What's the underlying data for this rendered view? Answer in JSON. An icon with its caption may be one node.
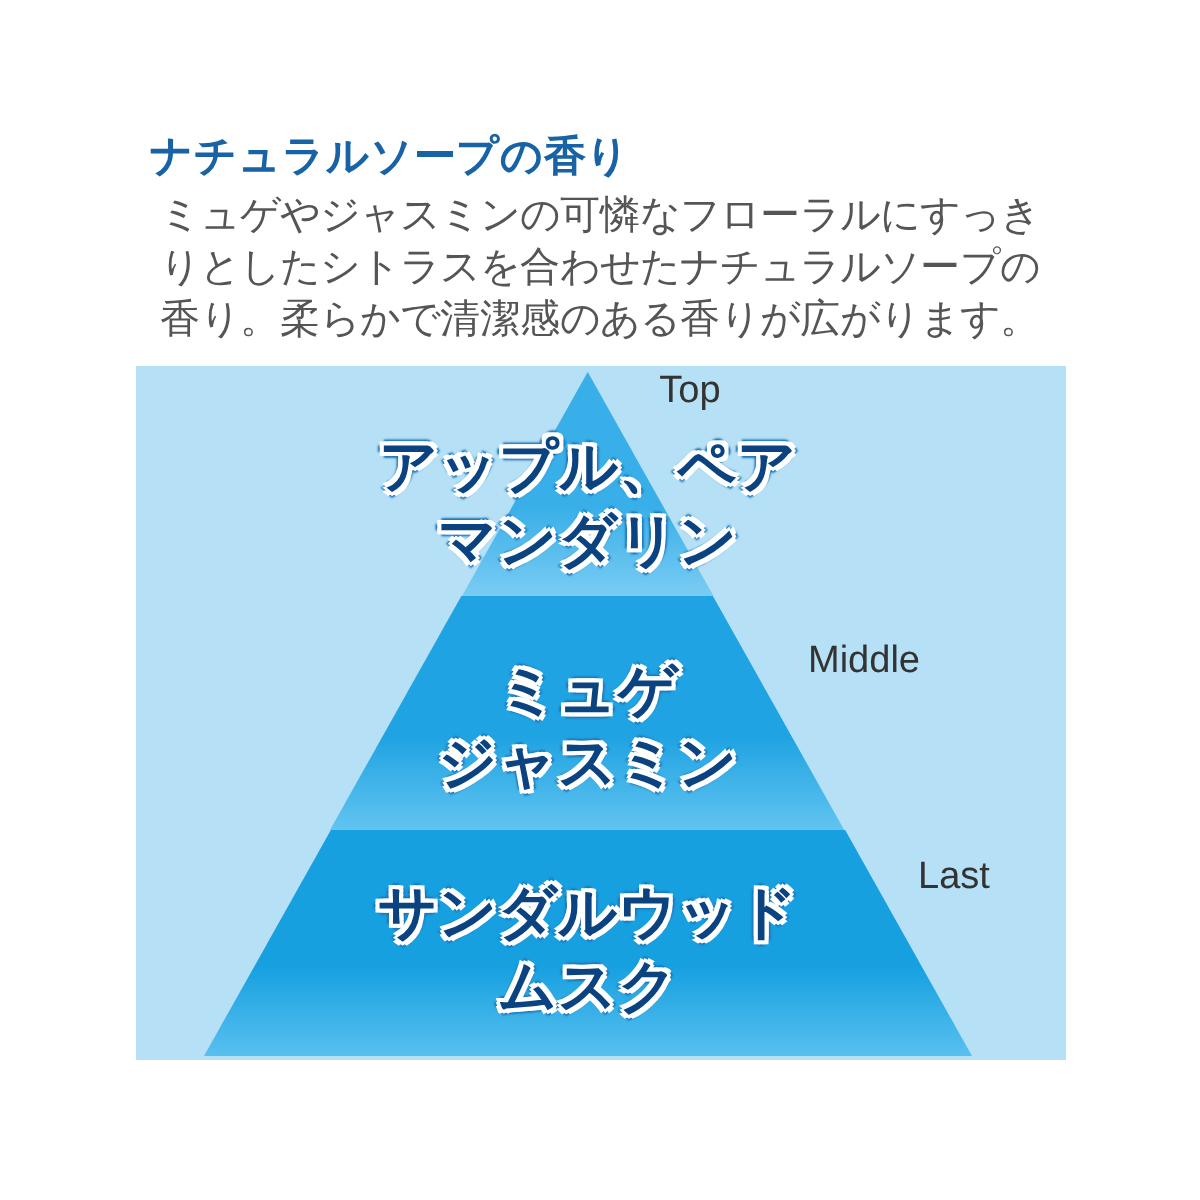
{
  "diagram": {
    "title": "ナチュラルソープの香り",
    "nodes": [
      {
        "text": [
          "アップル、ペア",
          "マンダリン"
        ],
        "beside": [
          "Top"
        ]
      },
      {
        "text": [
          "ミュゲ",
          "ジャスミン"
        ],
        "beside": [
          "Middle"
        ]
      },
      {
        "text": [
          "サンダルウッド",
          "ムスク"
        ],
        "beside": [
          "Last"
        ]
      }
    ],
    "labels": [
      "ミュゲやジャスミンの可憐なフローラルにすっきりとしたシトラスを合わせたナチュラルソープの香り。柔らかで清潔感のある香りが広がります。"
    ]
  }
}
